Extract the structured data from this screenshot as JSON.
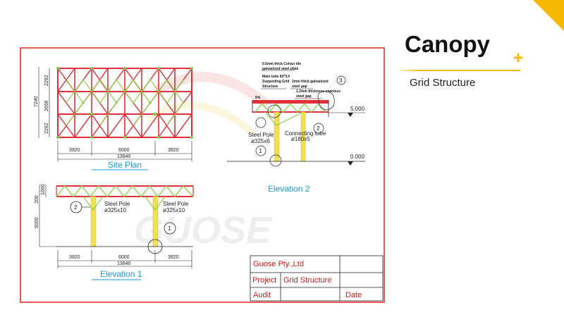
{
  "slide": {
    "title": "Canopy",
    "subtitle": "Grid Structure",
    "colors": {
      "accent": "#f5b800",
      "frame": "#e02020",
      "truss": "#e0303a",
      "brace": "#8bd14a",
      "pole": "#f2e14c",
      "caption": "#1e9adf"
    }
  },
  "drawing": {
    "site_plan": {
      "caption": "Site Plan",
      "dims_bottom": [
        "3920",
        "6000",
        "3920"
      ],
      "total": "13840",
      "dims_side": [
        "2292",
        "2656",
        "2292"
      ],
      "total_side": "7240"
    },
    "elevation1": {
      "caption": "Elevation 1",
      "dims_bottom": [
        "3920",
        "6000",
        "3920"
      ],
      "total": "13840",
      "left_dims": [
        "1000",
        "200",
        "5000"
      ],
      "pole_labels": [
        {
          "name": "Steel Pole",
          "size": "ø325x10"
        },
        {
          "name": "Steel Pole",
          "size": "ø325x10"
        }
      ],
      "markers": [
        "1",
        "2"
      ]
    },
    "elevation2": {
      "caption": "Elevation 2",
      "notes": [
        "0.5mm thick Colour tile",
        "galvanized steel plate",
        "Main tube 60*3.0",
        "Supporting Grid",
        "Structure",
        "2mm thick galvanized",
        "steel gap",
        "1.2mm thickness stainless",
        "steel gap"
      ],
      "slope": "5%",
      "level_top": "5.000",
      "level_bottom": "0.000",
      "pole_label": "Steel Pole",
      "pole_size": "ø325x6",
      "tube_label": "Connecting tube",
      "tube_size": "ø180x5",
      "markers": [
        "1",
        "2",
        "3"
      ]
    },
    "title_block": {
      "company": "Guose Pty.,Ltd",
      "project_label": "Project",
      "project_value": "Grid Structure",
      "audit_label": "Audit",
      "date_label": "Date"
    },
    "watermark": "GUOSE"
  }
}
